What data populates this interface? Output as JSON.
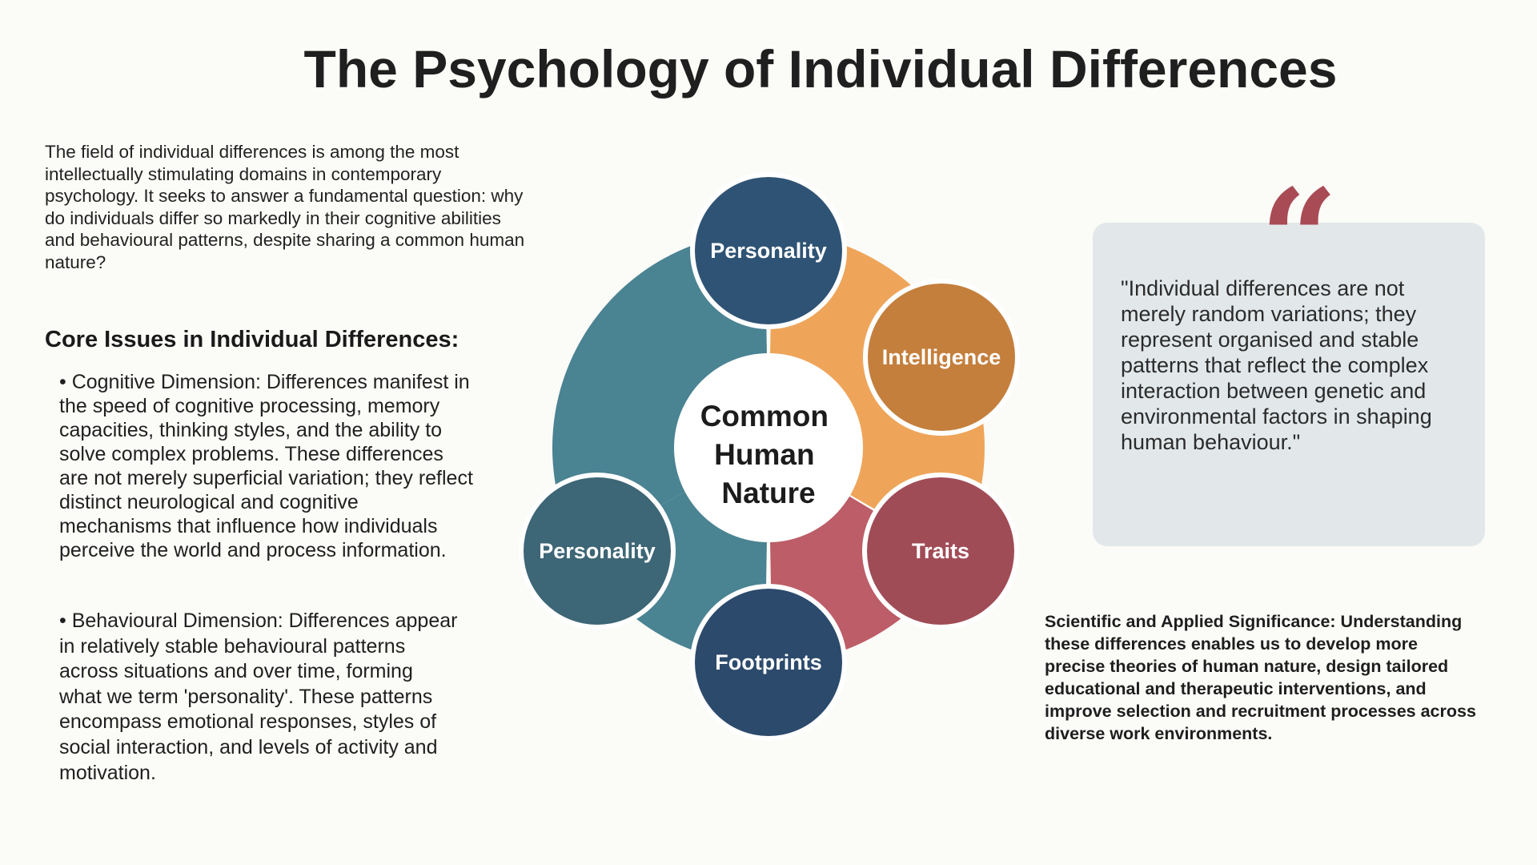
{
  "title": "The Psychology of Individual Differences",
  "intro": "The field of individual differences is among the most intellectually stimulating domains in contemporary psychology. It seeks to answer a fundamental question: why do individuals differ so markedly in their cognitive abilities and behavioural patterns, despite sharing a common human nature?",
  "core_heading": "Core Issues in Individual Differences:",
  "bullets": [
    "• Cognitive Dimension: Differences manifest in the speed of cognitive processing, memory capacities, thinking styles, and the ability to solve complex problems. These differences are not merely superficial variation; they reflect distinct neurological and cognitive mechanisms that influence how individuals perceive the world and process information.",
    "• Behavioural Dimension: Differences appear in relatively stable behavioural patterns across situations and over time, forming what we term 'personality'. These patterns encompass emotional responses, styles of social interaction, and levels of activity and motivation."
  ],
  "diagram": {
    "center_label": "Common Human Nature",
    "nodes": [
      {
        "label": "Personality",
        "color": "#2f5374"
      },
      {
        "label": "Intelligence",
        "color": "#c47f3c"
      },
      {
        "label": "Traits",
        "color": "#a04c57"
      },
      {
        "label": "Footprints",
        "color": "#2c4a6c"
      },
      {
        "label": "Personality",
        "color": "#3d6676"
      }
    ],
    "ring_colors": {
      "left": "#4a8392",
      "top_right": "#eea55a",
      "bottom_right": "#bc5d67",
      "bottom": "#4a8392"
    }
  },
  "quote": {
    "mark": "“",
    "text": "\"Individual differences are not merely random variations; they represent organised and stable patterns that reflect the complex interaction between genetic and environmental factors in shaping human behaviour.\""
  },
  "significance": "Scientific and Applied Significance: Understanding these differences enables us to develop more precise theories of human nature, design tailored educational and therapeutic interventions, and improve selection and recruitment processes across diverse work environments."
}
